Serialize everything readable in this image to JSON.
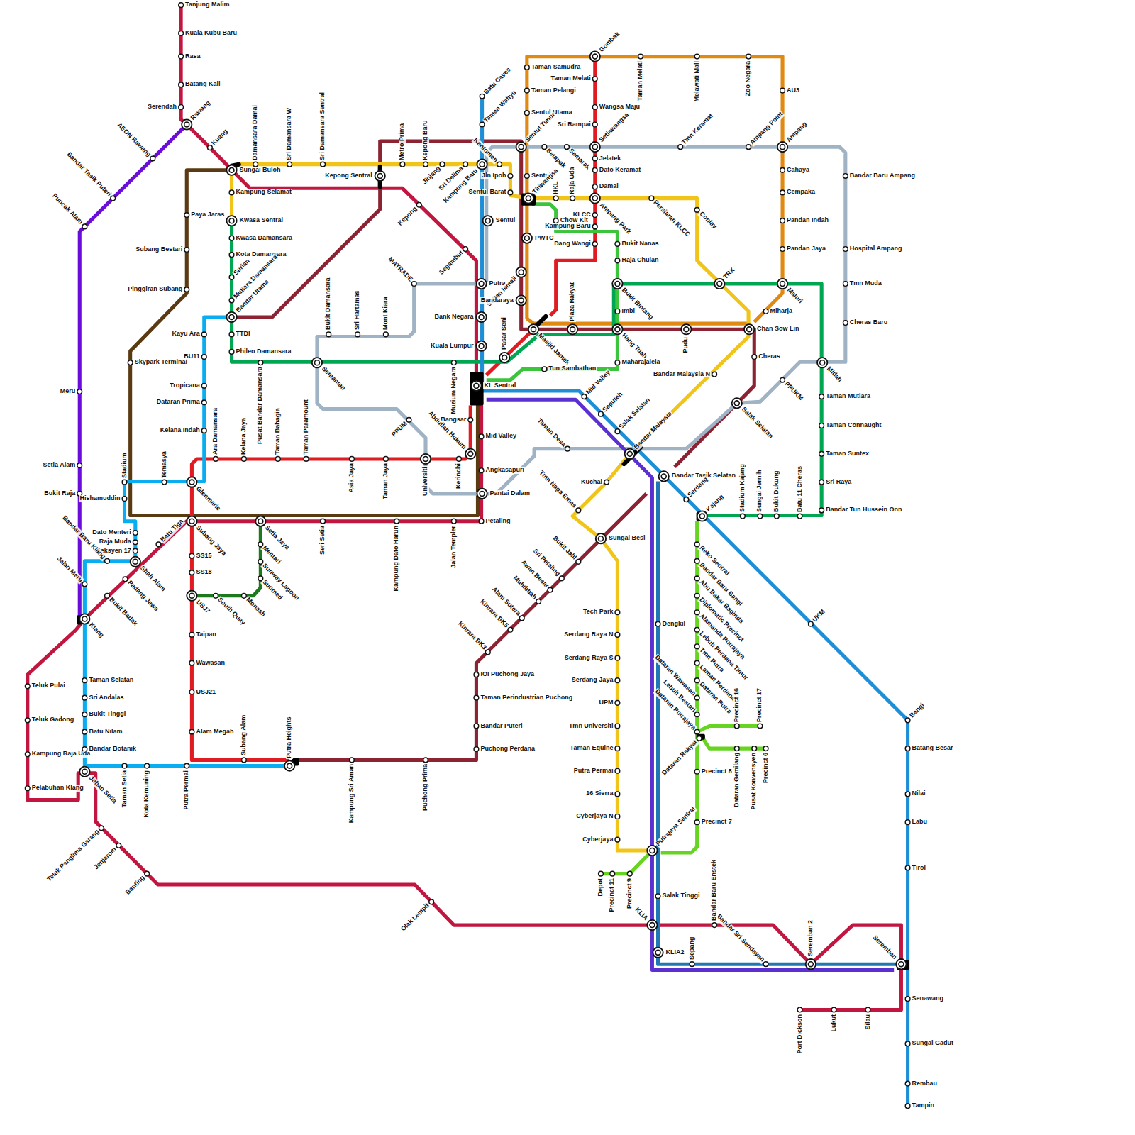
{
  "diagram": {
    "labels": [
      "Tanjung Malim",
      "Kuala Kubu Baru",
      "Rasa",
      "Batang Kali",
      "Serendah",
      "Rawang",
      "Kuang",
      "AEON Rawang",
      "Bandar Tasik Puteri",
      "Puncak Alam",
      "Meru",
      "Setia Alam",
      "Bukit Raja",
      "Paya Jaras",
      "Subang Bestari",
      "Pinggiran Subang",
      "Skypark Terminal",
      "Sungai Buloh",
      "Damansara Damai",
      "Sri Damansara W",
      "Sri Damansara Sentral",
      "Kepong Sentral",
      "Metro Prima",
      "Kepong Baru",
      "Jinjang",
      "Sri Delima",
      "Kampung Batu",
      "Kentomen",
      "Jln Ipoh",
      "Sentul Barat",
      "Kampung Selamat",
      "Kwasa Sentral",
      "Kwasa Damansara",
      "Kota Damansara",
      "Surian",
      "Mutiara Damansara",
      "Bandar Utama",
      "TTDI",
      "Phileo Damansara",
      "Pusat Bandar Damansara",
      "Semantan",
      "Bukit Damansara",
      "Sri Hartamas",
      "Mont Kiara",
      "MATRADE",
      "Kepong",
      "Segambut",
      "Muzium Negara",
      "Batu Caves",
      "Taman Wahyu",
      "Sentul",
      "Putra",
      "Bank Negara",
      "Kuala Lumpur",
      "KL Sentral",
      "Taman Samudra",
      "Taman Pelangi",
      "Sentul Utama",
      "Sentul Timur",
      "Setapak",
      "Semarak",
      "Sentul",
      "Titiwangsa",
      "PWTC",
      "Sultan Ismail",
      "Bandaraya",
      "Masjid Jamek",
      "Plaza Rakyat",
      "Hang Tuah",
      "Pudu",
      "Chan Sow Lin",
      "Cheras",
      "Gombak",
      "Taman Melati",
      "Taman Melati",
      "Melawati Mall",
      "Zoo Negara",
      "AU3",
      "Ampang",
      "Cahaya",
      "Cempaka",
      "Pandan Indah",
      "Pandan Jaya",
      "Maluri",
      "Miharja",
      "Wangsa Maju",
      "Sri Rampai",
      "Setiawangsa",
      "Jelatek",
      "Dato Keramat",
      "Damai",
      "Ampang Park",
      "KLCC",
      "Kampung Baru",
      "Dang Wangi",
      "Pasar Seni",
      "Bangsar",
      "Abdullah Hukum",
      "Kerinchi",
      "Universiti",
      "Taman Jaya",
      "Asia Jaya",
      "Taman Paramount",
      "Taman Bahagia",
      "Kelana Jaya",
      "Ara Damansara",
      "PPUM",
      "Tmn Keramat",
      "Ampang Point",
      "Bandar Baru Ampang",
      "Hospital Ampang",
      "Tmn Muda",
      "Cheras Baru",
      "Midah",
      "PPUKM",
      "Salak Selatan",
      "Taman Desa",
      "HKL",
      "Raja Uda",
      "Persiaran KLCC",
      "Conlay",
      "Chow Kit",
      "Bukit Nanas",
      "Raja Chulan",
      "Bukit Bintang",
      "TRX",
      "Imbi",
      "Maharajalela",
      "Tun Sambathan",
      "Mid Valley",
      "Angkasapuri",
      "Pantai Dalam",
      "Petaling",
      "Mid Valley",
      "Seputeh",
      "Salak Selatan",
      "Bandar Malaysia",
      "Bandar Malaysia N",
      "Kuchai",
      "Bandar Tasik Selatan",
      "Serdang",
      "Kajang",
      "Tmn Naga Emas",
      "Sungai Besi",
      "Bukit Jalil",
      "Sri Petaling",
      "Awan Besar",
      "Muhibbah",
      "Alam Sutera",
      "Kinrara BK5",
      "Kinrara BK3",
      "IOI Puchong Jaya",
      "Taman Perindustrian Puchong",
      "Bandar Puteri",
      "Puchong Perdana",
      "Puchong Prima",
      "Kampung Sri Aman",
      "Stadium Kajang",
      "Sungai Jernih",
      "Bukit Dukung",
      "Batu 11 Cheras",
      "Taman Mutiara",
      "Taman Connaught",
      "Taman Suntex",
      "Sri Raya",
      "Bandar Tun Hussein Onn",
      "UKM",
      "Bangi",
      "Batang Besar",
      "Nilai",
      "Labu",
      "Tirol",
      "Seremban",
      "Senawang",
      "Sungai Gadut",
      "Rembau",
      "Tampin",
      "Tech Park",
      "Serdang Raya N",
      "Serdang Raya S",
      "Serdang Jaya",
      "UPM",
      "Tmn Universiti",
      "Taman Equine",
      "Putra Permai",
      "16 Sierra",
      "Cyberjaya N",
      "Cyberjaya",
      "Putrajaya Sentral",
      "Reko Sentral",
      "Bandar Baru Bangi",
      "Abu Bakar Baginda",
      "Diplomatic Precinct",
      "Alamanda Putrajaya",
      "Lebuh Perdana Timur",
      "Tmn Putra",
      "Laman Perdana",
      "Dataran Putra",
      "Dataran Wawasan",
      "Lebuh Bestari",
      "Dataran Putrajaya",
      "Dataran Rakyat",
      "Precinct 16",
      "Precinct 17",
      "Dataran Gemilang",
      "Pusat Konvensyen",
      "Precinct 6",
      "Precinct 8",
      "Precinct 7",
      "Depot",
      "Precinct 11",
      "Precinct 9",
      "Dengkil",
      "Salak Tinggi",
      "KLIA",
      "KLIA2",
      "Sepang",
      "Bandar Sri Sendayan",
      "Seremban 2",
      "Bandar Baru Enstek",
      "Port Dickson",
      "Lukut",
      "Silau",
      "Olak Lempit",
      "Banting",
      "Jenjarom",
      "Teluk Panglima Garang",
      "Johan Setia",
      "Taman Setia",
      "Kota Kemuning",
      "Putra Permai",
      "Putra Heights",
      "Subang Alam",
      "Alam Megah",
      "USJ21",
      "Wawasan",
      "Taipan",
      "USJ7",
      "South Quay",
      "Monash",
      "Sunmed",
      "Sunway Lagoon",
      "Mentari",
      "SS18",
      "SS15",
      "Subang Jaya",
      "Setia Jaya",
      "Seri Setia",
      "Kampung Dato Harun",
      "Jalan Templer",
      "Glenmarie",
      "Temasya",
      "Stadium",
      "Hishamuddin",
      "Kayu Ara",
      "BU11",
      "Tropicana",
      "Dataran Prima",
      "Kelana Indah",
      "Dato Menteri",
      "Raja Muda",
      "Seksyen 17",
      "Shah Alam",
      "Batu Tiga",
      "Padang Jawa",
      "Bukit Badak",
      "Bandar Baru Klang",
      "Jalan Meru",
      "Klang",
      "Taman Selatan",
      "Sri Andalas",
      "Bukit Tinggi",
      "Batu Nilam",
      "Bandar Botanik",
      "Teluk Pulai",
      "Teluk Gadong",
      "Kampung Raja Uda",
      "Pelabuhan Klang"
    ]
  }
}
